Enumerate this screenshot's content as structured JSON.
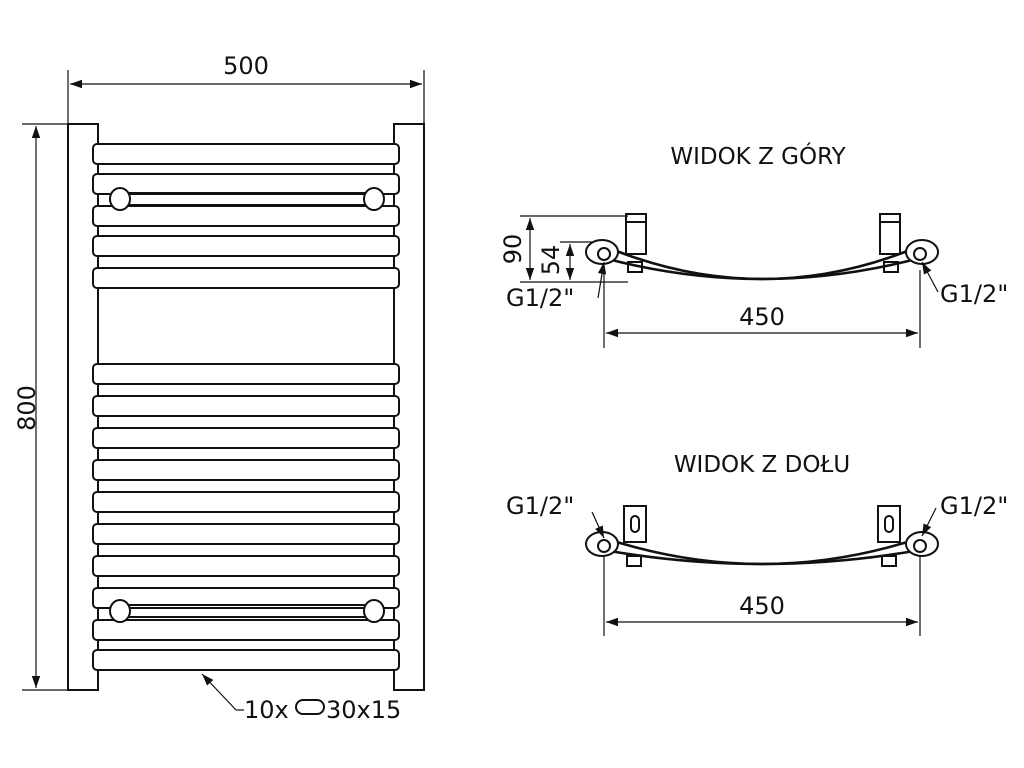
{
  "front_view": {
    "width_label": "500",
    "height_label": "800",
    "tube_label_prefix": "10x",
    "tube_label_suffix": "30x15"
  },
  "top_view": {
    "title": "WIDOK Z GÓRY",
    "depth_total_label": "90",
    "depth_axis_label": "54",
    "connection_left_label": "G1/2\"",
    "connection_right_label": "G1/2\"",
    "spacing_label": "450"
  },
  "bottom_view": {
    "title": "WIDOK Z DOŁU",
    "connection_left_label": "G1/2\"",
    "connection_right_label": "G1/2\"",
    "spacing_label": "450"
  }
}
